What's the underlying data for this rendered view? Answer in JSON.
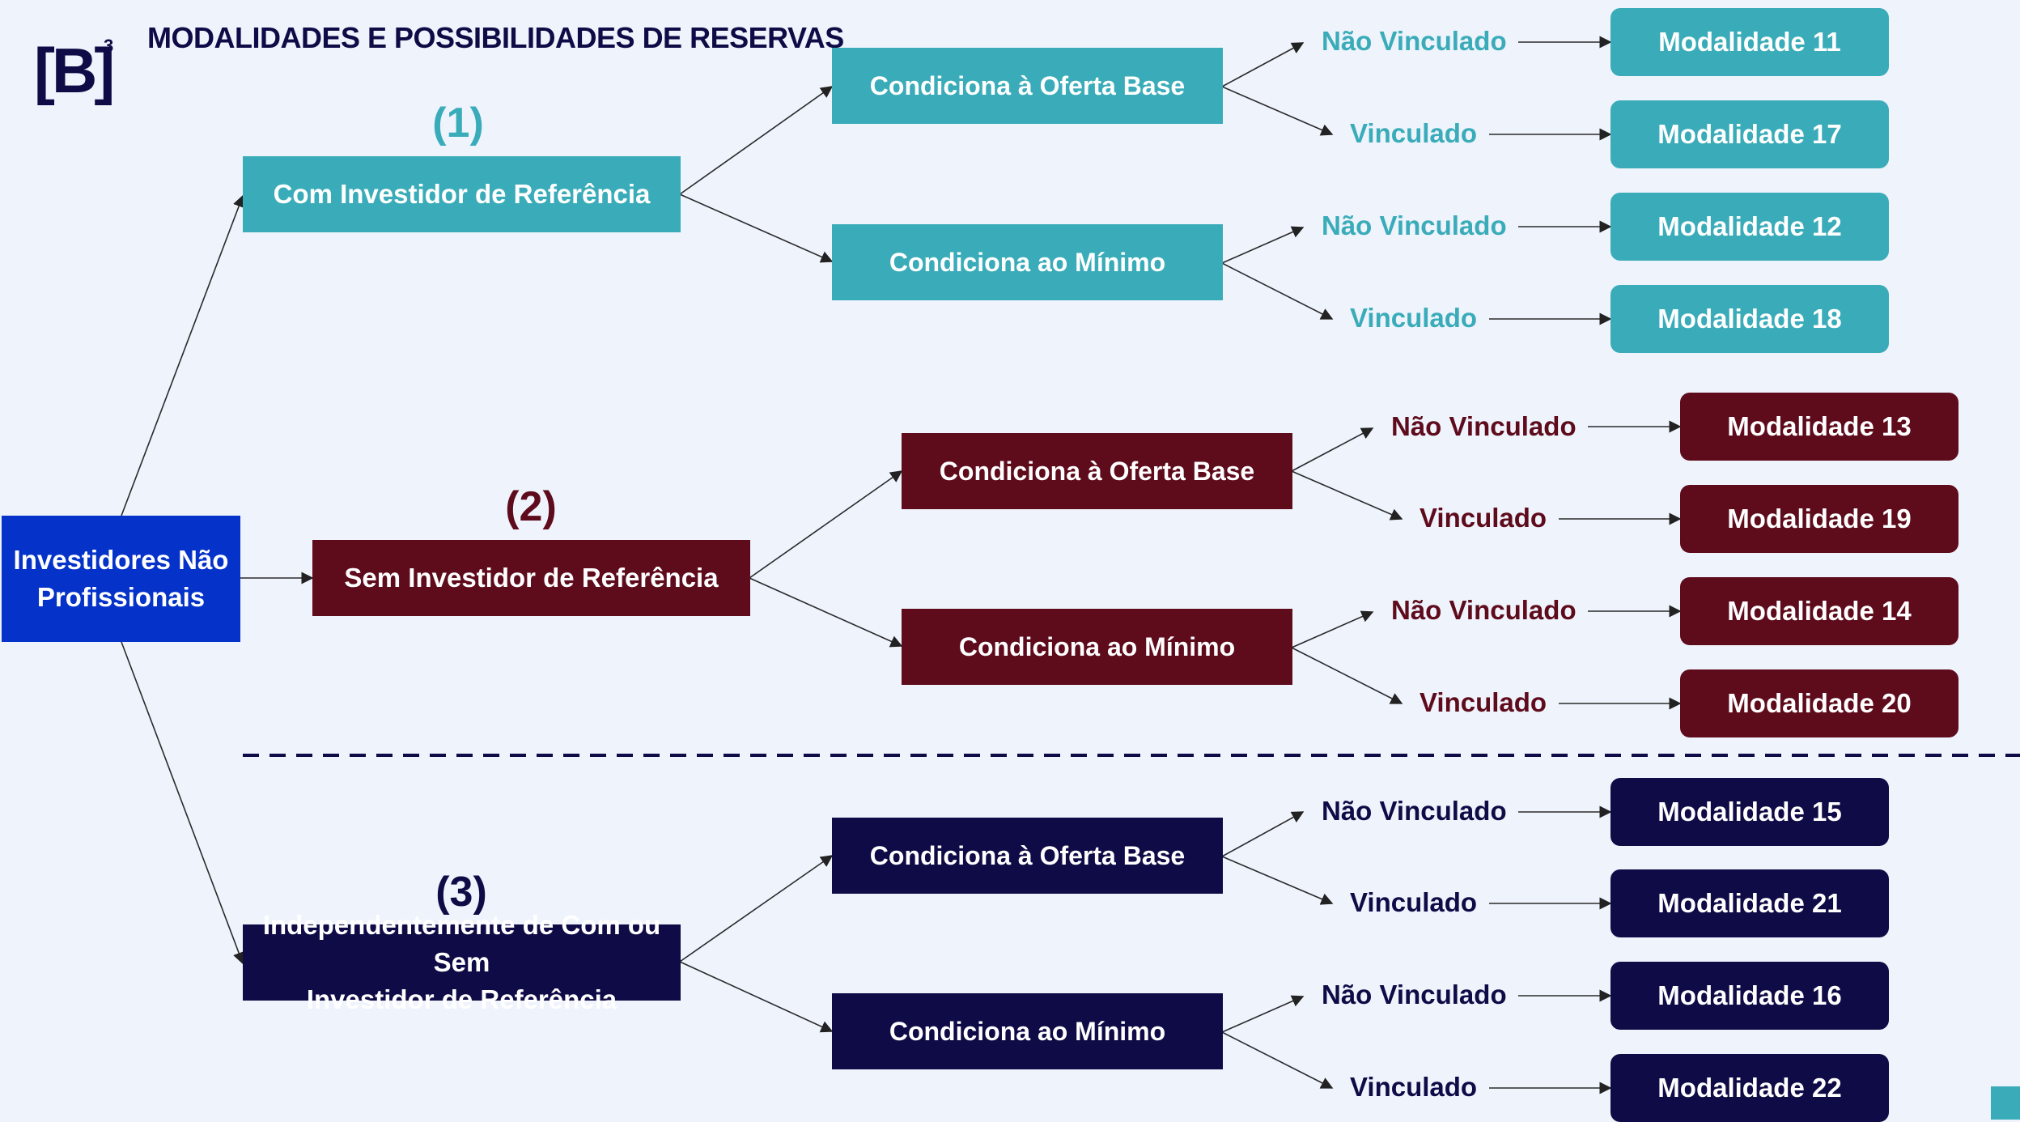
{
  "header": {
    "logo_text": "[B]",
    "logo_sup": "3",
    "title": "MODALIDADES E POSSIBILIDADES DE RESERVAS"
  },
  "colors": {
    "teal": "#3aacb9",
    "wine": "#5e0b1c",
    "navy": "#0f0b46",
    "blue": "#0533c9",
    "background": "#eef3fc"
  },
  "root": {
    "line1": "Investidores Não",
    "line2": "Profissionais"
  },
  "groups": [
    {
      "number": "(1)",
      "name": "Com Investidor de Referência",
      "conditions": [
        {
          "label": "Condiciona à Oferta Base",
          "options": [
            {
              "label": "Não Vinculado",
              "modality": "Modalidade 11"
            },
            {
              "label": "Vinculado",
              "modality": "Modalidade 17"
            }
          ]
        },
        {
          "label": "Condiciona ao Mínimo",
          "options": [
            {
              "label": "Não Vinculado",
              "modality": "Modalidade 12"
            },
            {
              "label": "Vinculado",
              "modality": "Modalidade 18"
            }
          ]
        }
      ]
    },
    {
      "number": "(2)",
      "name": "Sem Investidor de Referência",
      "conditions": [
        {
          "label": "Condiciona à Oferta Base",
          "options": [
            {
              "label": "Não Vinculado",
              "modality": "Modalidade 13"
            },
            {
              "label": "Vinculado",
              "modality": "Modalidade 19"
            }
          ]
        },
        {
          "label": "Condiciona ao Mínimo",
          "options": [
            {
              "label": "Não Vinculado",
              "modality": "Modalidade 14"
            },
            {
              "label": "Vinculado",
              "modality": "Modalidade 20"
            }
          ]
        }
      ]
    },
    {
      "number": "(3)",
      "name_line1": "Independentemente de Com ou Sem",
      "name_line2": "Investidor de Referência",
      "conditions": [
        {
          "label": "Condiciona à Oferta Base",
          "options": [
            {
              "label": "Não Vinculado",
              "modality": "Modalidade 15"
            },
            {
              "label": "Vinculado",
              "modality": "Modalidade 21"
            }
          ]
        },
        {
          "label": "Condiciona ao Mínimo",
          "options": [
            {
              "label": "Não Vinculado",
              "modality": "Modalidade 16"
            },
            {
              "label": "Vinculado",
              "modality": "Modalidade 22"
            }
          ]
        }
      ]
    }
  ]
}
